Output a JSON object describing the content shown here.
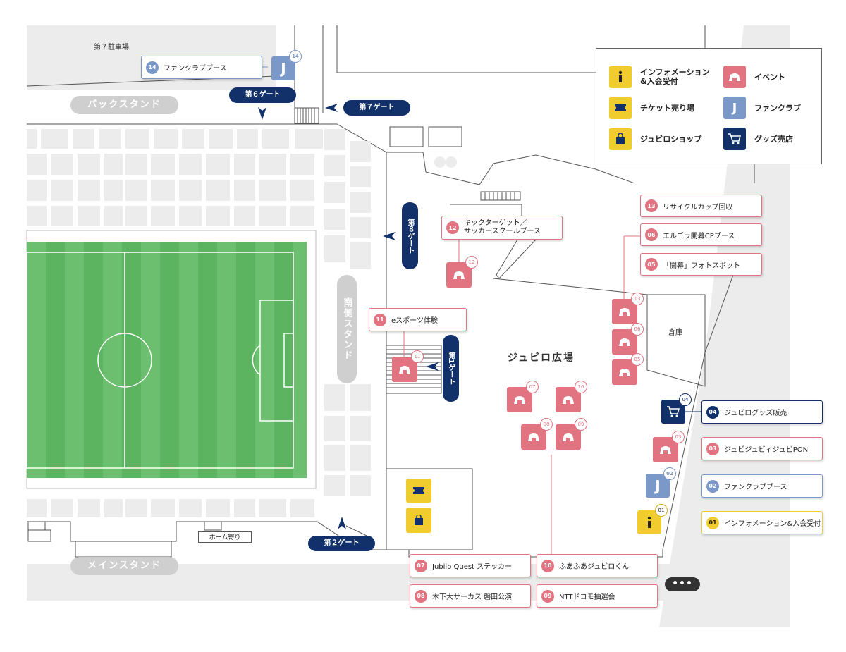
{
  "labels": {
    "parking7": "第７駐車場",
    "back_stand": "バックスタンド",
    "main_stand": "メインスタンド",
    "south_stand": "南側スタンド",
    "plaza": "ジュビロ広場",
    "warehouse": "倉庫",
    "home_side": "ホーム寄り"
  },
  "gates": {
    "gate6": "第６ゲート",
    "gate7": "第７ゲート",
    "gate8": "第８ゲート",
    "gate1": "第1ゲート",
    "gate2": "第２ゲート"
  },
  "legend": {
    "information": "インフォメーション\n&入会受付",
    "event": "イベント",
    "ticket": "チケット売り場",
    "fanclub": "ファンクラブ",
    "shop": "ジュビロショップ",
    "goods": "グッズ売店",
    "j_letter": "J"
  },
  "callouts": {
    "c14": {
      "num": "14",
      "text": "ファンクラブブース"
    },
    "c13": {
      "num": "13",
      "text": "リサイクルカップ回収"
    },
    "c06": {
      "num": "06",
      "text": "エルゴラ開幕CPブース"
    },
    "c05": {
      "num": "05",
      "text": "「開幕」フォトスポット"
    },
    "c12": {
      "num": "12",
      "text": "キックターゲット／\nサッカースクールブース"
    },
    "c11": {
      "num": "11",
      "text": "eスポーツ体験"
    },
    "c04": {
      "num": "04",
      "text": "ジュビログッズ販売"
    },
    "c03": {
      "num": "03",
      "text": "ジュビジュビィジュビPON"
    },
    "c02": {
      "num": "02",
      "text": "ファンクラブブース"
    },
    "c01": {
      "num": "01",
      "text": "インフォメーション&入会受付"
    },
    "c07": {
      "num": "07",
      "text": "Jubilo Quest ステッカー"
    },
    "c10": {
      "num": "10",
      "text": "ふあふあジュビロくん"
    },
    "c08": {
      "num": "08",
      "text": "木下大サーカス 磐田公演"
    },
    "c09": {
      "num": "09",
      "text": "NTTドコモ抽選会"
    }
  },
  "markers": {
    "m14": "14",
    "m12": "12",
    "m11": "11",
    "m13": "13",
    "m06": "06",
    "m05": "05",
    "m07": "07",
    "m10": "10",
    "m08": "08",
    "m09": "09",
    "m04": "04",
    "m03": "03",
    "m02": "02",
    "m01": "01",
    "j": "J"
  },
  "more_button": "•••",
  "colors": {
    "event": "#e27380",
    "fanclub": "#7a98c8",
    "navy": "#12316b",
    "yellow": "#f0cc2e",
    "pitch_light": "#6cbf6f",
    "pitch_dark": "#5db460",
    "stand_grey": "#ececec"
  }
}
